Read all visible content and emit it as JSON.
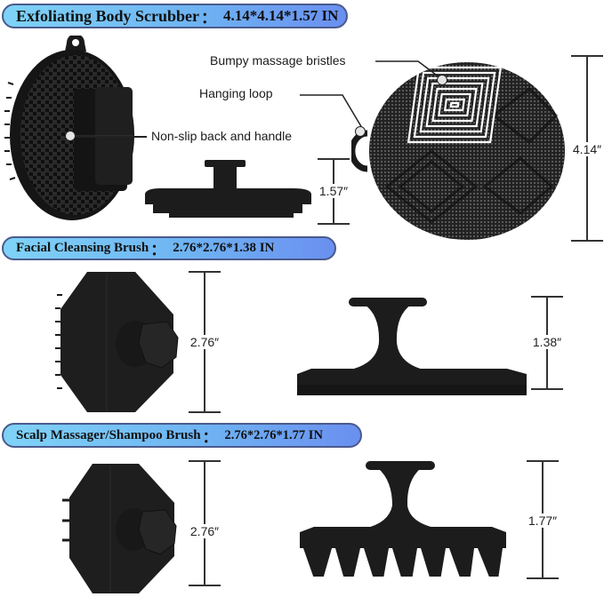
{
  "sections": [
    {
      "id": "body-scrubber",
      "title": "Exfoliating Body Scrubber",
      "separator": "：",
      "dimensions": "4.14*4.14*1.57 IN",
      "callouts": {
        "bristles": "Bumpy massage bristles",
        "loop": "Hanging loop",
        "back": "Non-slip back and handle"
      },
      "measurements": {
        "height_side": "1.57″",
        "diameter": "4.14″"
      }
    },
    {
      "id": "facial-brush",
      "title": "Facial Cleansing Brush",
      "separator": "：",
      "dimensions": "2.76*2.76*1.38 IN",
      "measurements": {
        "width": "2.76″",
        "height_side": "1.38″"
      }
    },
    {
      "id": "scalp-massager",
      "title": "Scalp Massager/Shampoo Brush",
      "separator": "：",
      "dimensions": "2.76*2.76*1.77 IN",
      "measurements": {
        "width": "2.76″",
        "height_side": "1.77″"
      }
    }
  ],
  "colors": {
    "banner_start": "#7fd3f7",
    "banner_end": "#6a8ff0",
    "banner_border": "#4a5a8c",
    "product": "#1c1c1c"
  }
}
